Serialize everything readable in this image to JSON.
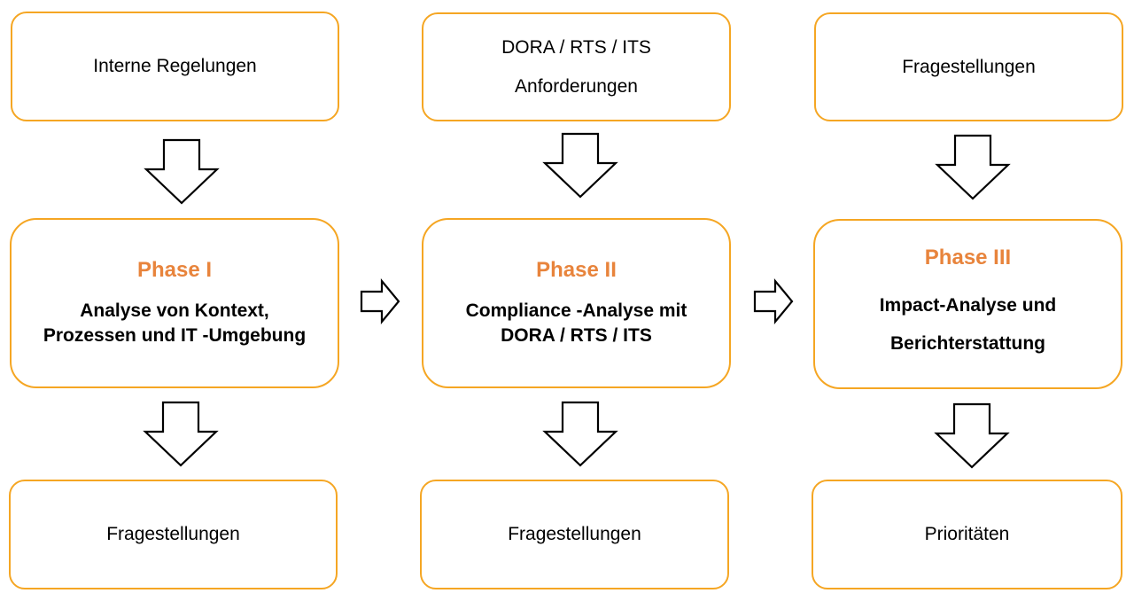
{
  "columns": [
    {
      "input": [
        "Interne Regelungen"
      ],
      "phase": {
        "title": "Phase I",
        "description": [
          "Analyse von Kontext,",
          "Prozessen und IT -Umgebung"
        ]
      },
      "output": [
        "Fragestellungen"
      ]
    },
    {
      "input": [
        "DORA / RTS / ITS",
        "Anforderungen"
      ],
      "phase": {
        "title": "Phase II",
        "description": [
          "Compliance -Analyse mit",
          "DORA / RTS / ITS"
        ]
      },
      "output": [
        "Fragestellungen"
      ]
    },
    {
      "input": [
        "Fragestellungen"
      ],
      "phase": {
        "title": "Phase III",
        "description": [
          "Impact-Analyse und",
          "Berichterstattung"
        ]
      },
      "output": [
        "Prioritäten"
      ]
    }
  ],
  "colors": {
    "box_border": "#f5a623",
    "phase_title": "#e8843c",
    "arrow_stroke": "#000000"
  },
  "icons": {
    "down": "down-arrow-icon",
    "right": "right-arrow-icon"
  }
}
